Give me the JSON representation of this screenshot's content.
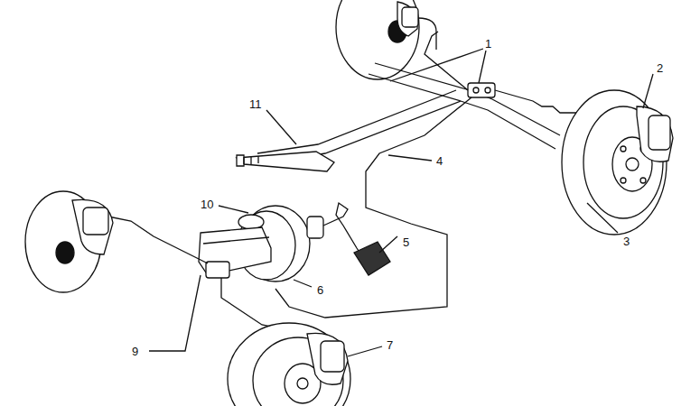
{
  "diagram": {
    "labels": [
      "1",
      "2",
      "11",
      "4",
      "3",
      "10",
      "5",
      "6",
      "9",
      "7"
    ]
  }
}
